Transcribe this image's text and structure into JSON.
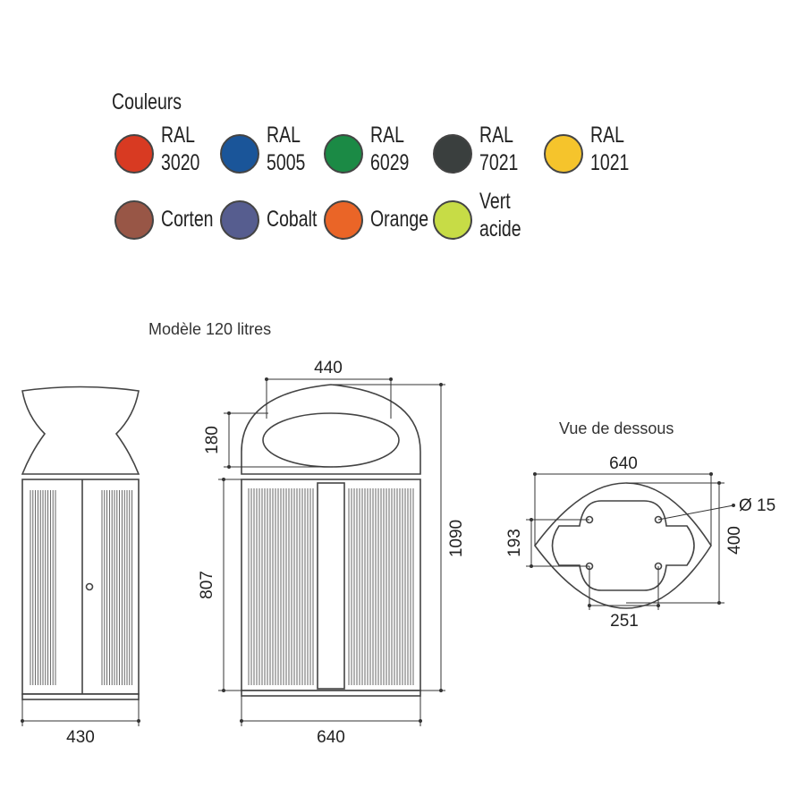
{
  "colors": {
    "heading": "Couleurs",
    "items": [
      {
        "line1": "RAL",
        "line2": "3020",
        "hex": "#d83a22"
      },
      {
        "line1": "RAL",
        "line2": "5005",
        "hex": "#1a5599"
      },
      {
        "line1": "RAL",
        "line2": "6029",
        "hex": "#1b8a45"
      },
      {
        "line1": "RAL",
        "line2": "7021",
        "hex": "#3a3f3e"
      },
      {
        "line1": "RAL",
        "line2": "1021",
        "hex": "#f5c42c"
      },
      {
        "line1": "Corten",
        "line2": "",
        "hex": "#985646"
      },
      {
        "line1": "Cobalt",
        "line2": "",
        "hex": "#565d8f"
      },
      {
        "line1": "Orange",
        "line2": "",
        "hex": "#ea6527"
      },
      {
        "line1": "Vert",
        "line2": "acide",
        "hex": "#c7dc46"
      }
    ]
  },
  "model_title": "Modèle 120 litres",
  "bottom_view_title": "Vue de dessous",
  "dimensions": {
    "side_width": "430",
    "front_top_width": "440",
    "front_top_height": "180",
    "front_body_height": "807",
    "front_total_height": "1090",
    "front_width": "640",
    "bottom_width": "640",
    "bottom_depth": "400",
    "bottom_hole_spacing_y": "193",
    "bottom_hole_spacing_x": "251",
    "bottom_hole_diameter": "Ø 15"
  }
}
